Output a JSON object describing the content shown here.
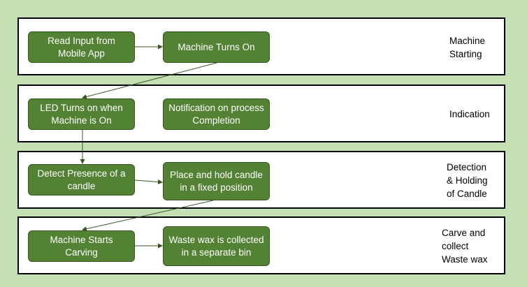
{
  "colors": {
    "background": "#c5e0b4",
    "band_fill": "#ffffff",
    "band_border": "#000000",
    "node_fill": "#548235",
    "node_border": "#385723",
    "node_text": "#ffffff",
    "arrow": "#385723"
  },
  "stages": [
    {
      "label": "Machine\nStarting",
      "nodes": [
        "Read Input from Mobile App",
        "Machine Turns On"
      ]
    },
    {
      "label": "Indication",
      "nodes": [
        "LED Turns on when Machine is On",
        "Notification on process Completion"
      ]
    },
    {
      "label": "Detection\n& Holding\nof Candle",
      "nodes": [
        "Detect Presence of a candle",
        "Place and hold candle in a fixed position"
      ]
    },
    {
      "label": "Carve and\ncollect\nWaste wax",
      "nodes": [
        "Machine Starts Carving",
        "Waste wax is collected in a separate bin"
      ]
    }
  ],
  "edges": [
    {
      "from": "0.0",
      "to": "0.1"
    },
    {
      "from": "0.1",
      "to": "1.0"
    },
    {
      "from": "1.0",
      "to": "2.0"
    },
    {
      "from": "2.0",
      "to": "2.1"
    },
    {
      "from": "2.1",
      "to": "3.0"
    },
    {
      "from": "3.0",
      "to": "3.1"
    }
  ]
}
